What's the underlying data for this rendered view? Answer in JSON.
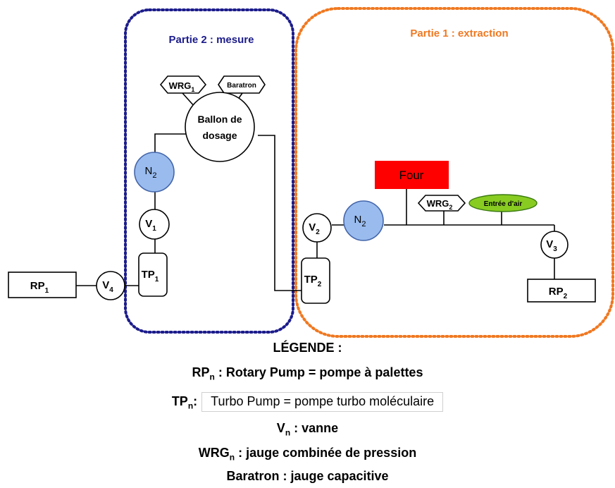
{
  "parts": {
    "part2_title": "Partie 2 : mesure",
    "part1_title": "Partie 1 : extraction"
  },
  "components": {
    "wrg1": {
      "base": "WRG",
      "sub": "1"
    },
    "baratron": "Baratron",
    "ballon_line1": "Ballon de",
    "ballon_line2": "dosage",
    "n2_left": {
      "base": "N",
      "sub": "2"
    },
    "v1": {
      "base": "V",
      "sub": "1"
    },
    "tp1": {
      "base": "TP",
      "sub": "1"
    },
    "v4": {
      "base": "V",
      "sub": "4"
    },
    "rp1": {
      "base": "RP",
      "sub": "1"
    },
    "v2": {
      "base": "V",
      "sub": "2"
    },
    "tp2": {
      "base": "TP",
      "sub": "2"
    },
    "n2_right": {
      "base": "N",
      "sub": "2"
    },
    "four": "Four",
    "wrg2": {
      "base": "WRG",
      "sub": "2"
    },
    "entree_air": "Entrée d'air",
    "v3": {
      "base": "V",
      "sub": "3"
    },
    "rp2": {
      "base": "RP",
      "sub": "2"
    }
  },
  "legend": {
    "title": "LÉGENDE :",
    "rp": {
      "base": "RP",
      "sub": "n",
      "text": " : Rotary Pump = pompe à palettes"
    },
    "tp": {
      "base": "TP",
      "sub": "n",
      "sep": ":",
      "text": "Turbo Pump = pompe turbo moléculaire"
    },
    "v": {
      "base": "V",
      "sub": "n",
      "text": " : vanne"
    },
    "wrg": {
      "base": "WRG",
      "sub": "n",
      "text": " : jauge combinée de pression"
    },
    "baratron": "Baratron : jauge capacitive"
  },
  "colors": {
    "part2_border": "#1c1c8c",
    "part1_border": "#f07820",
    "n2_fill": "#99bbee",
    "four_fill": "#ff0000",
    "entree_fill": "#88cc22"
  }
}
